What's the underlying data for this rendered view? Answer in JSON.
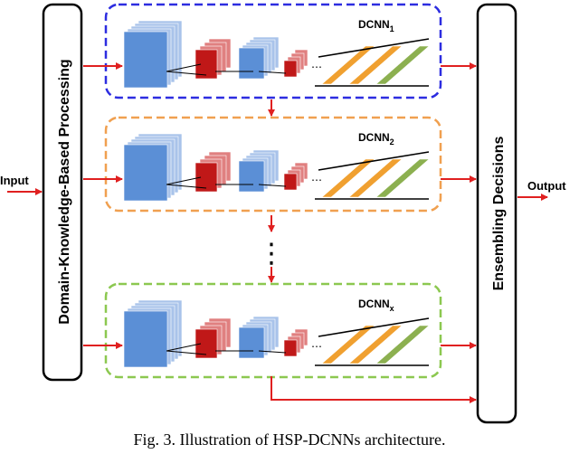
{
  "input_label": "Input",
  "output_label": "Output",
  "preprocess_label": "Domain-Knowledge-Based Processing",
  "ensemble_label": "Ensembling Decisions",
  "networks": [
    {
      "name": "DCNN",
      "subscript": "1",
      "border_color": "#2d2de0"
    },
    {
      "name": "DCNN",
      "subscript": "2",
      "border_color": "#f0a050"
    },
    {
      "name": "DCNN",
      "subscript": "x",
      "border_color": "#8cc850"
    }
  ],
  "ellipsis": "…",
  "vertical_dots": "⋮",
  "caption": "Fig. 3.   Illustration of HSP-DCNNs architecture.",
  "colors": {
    "arrow": "#e02020",
    "feature_map": "#5b8fd6",
    "pool": "#c01818",
    "fc_orange": "#f0a030",
    "fc_green": "#8cb050"
  }
}
